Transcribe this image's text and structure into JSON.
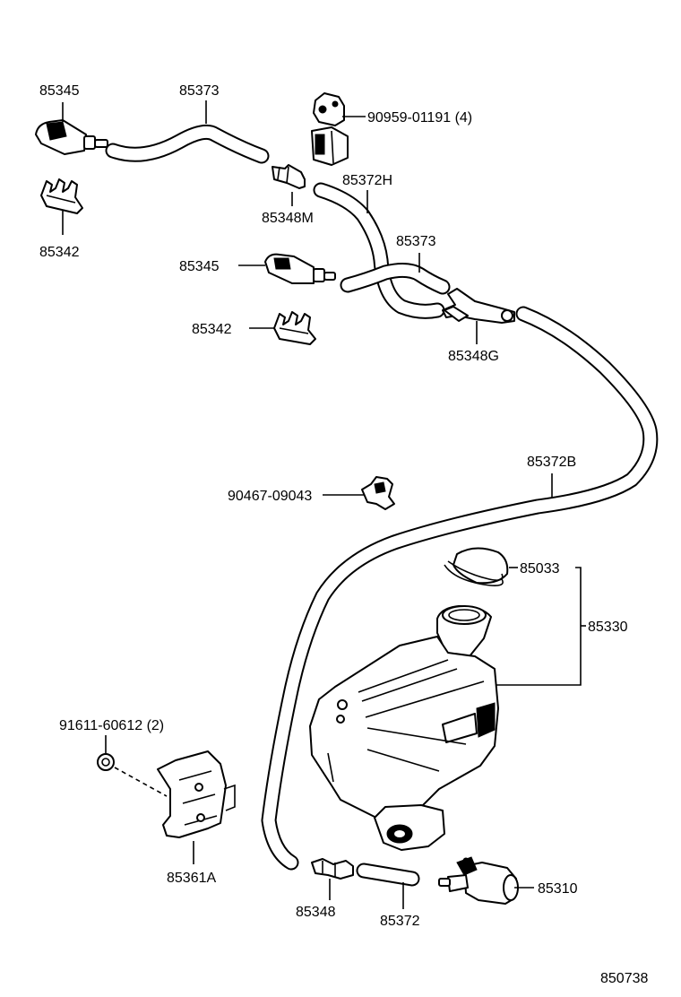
{
  "diagram_number": "850738",
  "labels": {
    "nozzle_upper": "85345",
    "hose_upper": "85373",
    "clip_upper": "90959-01191 (4)",
    "bracket_upper": "85342",
    "joint_m": "85348M",
    "hose_h": "85372H",
    "hose_mid": "85373",
    "nozzle_mid": "85345",
    "bracket_mid": "85342",
    "joint_g": "85348G",
    "hose_b": "85372B",
    "clamp": "90467-09043",
    "cap": "85033",
    "tank_assy": "85330",
    "bolt": "91611-60612 (2)",
    "tank_bracket": "85361A",
    "joint_lower": "85348",
    "hose_lower": "85372",
    "motor": "85310"
  }
}
